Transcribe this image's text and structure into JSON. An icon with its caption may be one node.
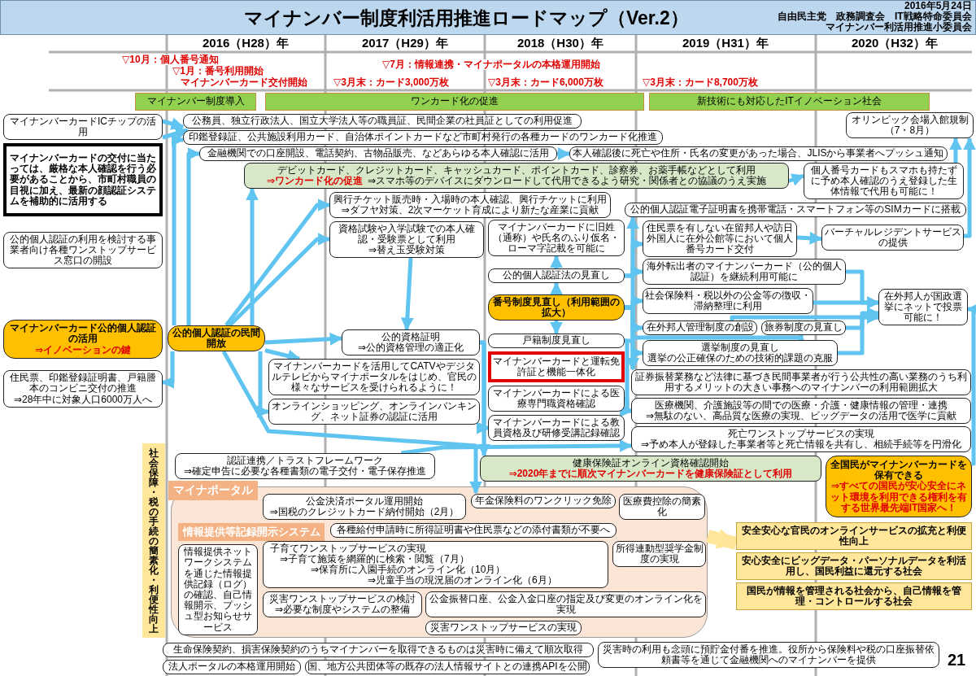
{
  "diagram": {
    "title": "マイナンバー制度利活用推進ロードマップ（Ver.2）",
    "nodes": [
      {
        "text": [
          "マイナンバー制度導入"
        ]
      },
      {
        "text": [
          "ワンカード化の促進"
        ]
      },
      {
        "text": [
          "新技術にも対応したITイノベーション社会"
        ]
      },
      {
        "text": [
          "マイナンバーカードICチップの活用"
        ]
      },
      {
        "text": [
          "マイナンバーカードの交付に当たっては、厳格な本人確認を行う必要があることから、市町村職員の目視に加え、最新の顔認証システムを補助的に活用する"
        ]
      },
      {
        "text": [
          "公務員、独立行政法人、国立大学法人等の職員証、民間企業の社員証としての利用促進"
        ]
      },
      {
        "text": [
          "印鑑登録証、公共施設利用カード、自治体ポイントカードなど市町村発行の各種カードのワンカード化推進"
        ]
      },
      {
        "text": [
          "金融機関での口座開設、電話契約、古物品販売、などあらゆる本人確認に活用"
        ]
      },
      {
        "text": [
          "本人確認後に死亡や住所・氏名の変更があった場合、JLISから事業者へプッシュ通知"
        ]
      },
      {
        "text": [
          "デビットカード、クレジットカード、キャッシュカード、ポイントカード、診察券、お薬手帳などとして利用",
          "⇒ワンカード化の促進",
          "⇒スマホ等のデバイスにダウンロードして代用できるよう研究・関係者との協議のうえ実施"
        ]
      },
      {
        "text": [
          "個人番号カードもスマホも持たずに予め本人確認のうえ登録した生体情報で代用も可能に！"
        ]
      },
      {
        "text": [
          "オリンピック会場入館規制（7・8月）"
        ]
      },
      {
        "text": [
          "興行チケット販売時・入場時の本人確認、興行チケットに利用",
          "⇒ダフヤ対策、2次マーケット育成により新たな産業に貢献"
        ]
      },
      {
        "text": [
          "資格試験や入学試験での本人確認・受験票として利用",
          "⇒替え玉受験対策"
        ]
      },
      {
        "text": [
          "公的個人認証の利用を検討する事業者向け各種ワンストップサービス窓口の開設"
        ]
      },
      {
        "text": [
          "マイナンバーカードに旧姓（通称）や氏名のふり仮名・ローマ字記載を可能に"
        ]
      },
      {
        "text": [
          "公的個人認証法の見直し"
        ]
      },
      {
        "text": [
          "番号制度見直し（利用範囲の拡大）"
        ]
      },
      {
        "text": [
          "公的個人認証電子証明書を携帯電話・スマートフォン等のSIMカードに搭載"
        ]
      },
      {
        "text": [
          "住民票を有しない在留邦人や訪日外国人に在外公館等において個人番号カード交付"
        ]
      },
      {
        "text": [
          "バーチャルレジデントサービスの提供"
        ]
      },
      {
        "text": [
          "海外転出者のマイナンバーカード（公的個人認証）を継続利用可能に"
        ]
      },
      {
        "text": [
          "社会保険料・税以外の公金等の徴収・滞納整理に利用"
        ]
      },
      {
        "text": [
          "在外邦人管理制度の創設"
        ]
      },
      {
        "text": [
          "選挙制度の見直し",
          "選挙の公正確保のための技術的課題の克服"
        ]
      },
      {
        "text": [
          "在外邦人が国政選挙にネットで投票可能に！"
        ]
      },
      {
        "text": [
          "旅券制度の見直し"
        ]
      },
      {
        "text": [
          "証券振替業務など法律に基づき民間事業者が行う公共性の高い業務のうち利用するメリットの大きい事務へのマイナンバーの利用範囲拡大"
        ]
      },
      {
        "text": [
          "医療機関、介護施設等の間での医療・介護・健康情報の管理・連携",
          "⇒無駄のない、高品質な医療の実現、ビッグデータの活用で医学に貢献"
        ]
      },
      {
        "text": [
          "死亡ワンストップサービスの実現",
          "⇒予め本人が登録した事業者等と死亡情報を共有し、相続手続等を円滑化"
        ]
      },
      {
        "text": [
          "マイナンバーカード公的個人認証の活用",
          "⇒イノベーションの鍵"
        ]
      },
      {
        "text": [
          "公的個人認証の民間開放"
        ]
      },
      {
        "text": [
          "公的資格証明",
          "⇒公的資格管理の適正化"
        ]
      },
      {
        "text": [
          "戸籍制度見直し"
        ]
      },
      {
        "text": [
          "マイナンバーカードと運転免許証と機能一体化"
        ]
      },
      {
        "text": [
          "マイナンバーカードによる医療専門職資格確認"
        ]
      },
      {
        "text": [
          "マイナンバーカードによる教員資格及び研修受講記録確認"
        ]
      },
      {
        "text": [
          "マイナンバーカードを活用してCATVやデジタルテレビからマイナポータルをはじめ、官民の様々なサービスを受けられるように！"
        ]
      },
      {
        "text": [
          "オンラインショッピング、オンラインバンキング、ネット証券の認証に活用"
        ]
      },
      {
        "text": [
          "住民票、印鑑登録証明書、戸籍謄本のコンビニ交付の推進",
          "⇒28年中に対象人口6000万人へ"
        ]
      },
      {
        "text": [
          "健康保険証オンライン資格確認開始",
          "⇒2020年までに順次マイナンバーカードを健康保険証として利用"
        ]
      },
      {
        "text": [
          "全国民がマイナンバーカードを保有できる",
          "⇒すべての国民が安心安全にネット環境を利用できる権利を有する世界最先端IT国家へ！"
        ]
      },
      {
        "text": [
          "マイナポータル"
        ]
      },
      {
        "text": [
          "認証連携／トラストフレームワーク",
          "⇒確定申告に必要な各種書類の電子交付・電子保存推進"
        ]
      },
      {
        "text": [
          "公金決済ポータル運用開始",
          "⇒国税のクレジットカード納付開始（2月）"
        ],
        "in": 42
      },
      {
        "text": [
          "年金保険料のワンクリック免除"
        ],
        "in": 42
      },
      {
        "text": [
          "医療費控除の簡素化"
        ],
        "in": 42
      },
      {
        "text": [
          "情報提供等記録開示システム"
        ],
        "in": 42
      },
      {
        "text": [
          "情報提供ネットワークシステムを通じた情報提供記録（ログ）の確認、自己情報開示、プッシュ型お知らせサービス"
        ],
        "in": 42
      },
      {
        "text": [
          "各種給付申請時に所得証明書や住民票などの添付書類が不要へ"
        ],
        "in": 42
      },
      {
        "text": [
          "子育てワンストップサービスの実現",
          "⇒子育て施策を網羅的に検索・閲覧（7月）",
          "⇒保育所に入園手続のオンライン化（10月）",
          "⇒児童手当の現況届のオンライン化（6月）"
        ],
        "in": 42
      },
      {
        "text": [
          "公金振替口座、公金入金口座の指定及び変更のオンライン化を実現"
        ],
        "in": 42
      },
      {
        "text": [
          "所得連動型奨学金制度の実現"
        ],
        "in": 42
      },
      {
        "text": [
          "災害ワンストップサービスの検討",
          "⇒必要な制度やシステムの整備"
        ],
        "in": 42
      },
      {
        "text": [
          "災害ワンストップサービスの実現"
        ],
        "in": 42
      },
      {
        "text": [
          "生命保険契約、損害保険契約のうちマイナンバーを取得できるものは災害時に備えて順次取得"
        ]
      },
      {
        "text": [
          "災害時の利用も念頭に預貯金付番を推進。役所から保険料や税の口座振替依頼書等を通じて金融機関へのマイナンバーを提供"
        ]
      },
      {
        "text": [
          "法人ポータルの本格運用開始"
        ]
      },
      {
        "text": [
          "国、地方公共団体等の既存の法人情報サイトとの連携APIを公開"
        ]
      },
      {
        "text": [
          "社会保障・税の手続の簡素化・利便性向上"
        ]
      },
      {
        "text": [
          "安全安心な官民のオンラインサービスの拡充と利便性向上"
        ]
      },
      {
        "text": [
          "安心安全にビッグデータ・パーソナルデータを利活用し、国民利益に還元する社会"
        ]
      },
      {
        "text": [
          "国民が情報を管理される社会から、自己情報を管理・コントロールする社会"
        ]
      }
    ],
    "edges": [
      {
        "from": 3,
        "to": 5,
        "arrow": "to"
      },
      {
        "from": 3,
        "to": 6,
        "arrow": "to"
      },
      {
        "from": 31,
        "to": 6,
        "arrow": "to"
      },
      {
        "from": 31,
        "to": 7,
        "arrow": "to"
      },
      {
        "from": 31,
        "to": 9,
        "arrow": "to"
      },
      {
        "from": 31,
        "to": 12,
        "arrow": "to"
      },
      {
        "from": 31,
        "to": 13,
        "arrow": "to"
      },
      {
        "from": 31,
        "to": 32,
        "arrow": "to"
      },
      {
        "from": 31,
        "to": 37,
        "arrow": "to"
      },
      {
        "from": 31,
        "to": 38,
        "arrow": "to"
      },
      {
        "from": 31,
        "to": 39,
        "arrow": "to"
      },
      {
        "from": 31,
        "to": 45,
        "arrow": "to"
      },
      {
        "from": 7,
        "to": 8,
        "arrow": "to"
      },
      {
        "from": 9,
        "to": 10,
        "arrow": "to"
      },
      {
        "from": 10,
        "to": 11,
        "arrow": "to"
      },
      {
        "from": 20,
        "to": 11,
        "arrow": "to"
      },
      {
        "from": 19,
        "to": 20,
        "arrow": "to"
      },
      {
        "from": 13,
        "to": 32,
        "arrow": "to"
      },
      {
        "from": 17,
        "to": 16,
        "arrow": "to"
      },
      {
        "from": 17,
        "to": 33,
        "arrow": "to"
      },
      {
        "from": 16,
        "to": 15,
        "arrow": "to"
      },
      {
        "from": 16,
        "to": 18,
        "arrow": "to"
      },
      {
        "from": 16,
        "to": 19,
        "arrow": "to"
      },
      {
        "from": 17,
        "to": 21,
        "arrow": "to"
      },
      {
        "from": 17,
        "to": 22,
        "arrow": "to"
      },
      {
        "from": 17,
        "to": 23,
        "arrow": "to"
      },
      {
        "from": 17,
        "to": 24,
        "arrow": "to"
      },
      {
        "from": 17,
        "to": 26,
        "arrow": "to"
      },
      {
        "from": 17,
        "to": 27,
        "arrow": "to"
      },
      {
        "from": 33,
        "to": 27,
        "arrow": "to"
      },
      {
        "from": 33,
        "to": 28,
        "arrow": "to"
      },
      {
        "from": 35,
        "to": 28,
        "arrow": "to"
      },
      {
        "from": 32,
        "to": 36,
        "arrow": "to"
      },
      {
        "from": 32,
        "to": 40,
        "arrow": "to"
      },
      {
        "from": 21,
        "to": 25,
        "arrow": "to"
      },
      {
        "from": 22,
        "to": 25,
        "arrow": "to"
      },
      {
        "from": 23,
        "to": 25,
        "arrow": "to"
      },
      {
        "from": 24,
        "to": 25,
        "arrow": "to"
      },
      {
        "from": 26,
        "to": 25,
        "arrow": "to"
      },
      {
        "from": 41,
        "to": 25,
        "arrow": "to"
      },
      {
        "from": 43,
        "to": 29,
        "arrow": "to"
      },
      {
        "from": 42,
        "to": 60,
        "arrow": "to",
        "style": "thick",
        "color": "#ffe699"
      }
    ],
    "labels": [
      "2016年5月24日",
      "自由民主党　政務調査会　IT戦略特命委員会",
      "マイナンバー利活用推進小委員会",
      "2016（H28）年",
      "2017（H29）年",
      "2018（H30）年",
      "2019（H31）年",
      "2020（H32）年",
      "▽10月：個人番号通知",
      "▽1月：番号利用開始",
      "マイナンバーカード交付開始",
      "▽7月：情報連携・マイナポータルの本格運用開始",
      "▽3月末：カード3,000万枚",
      "▽3月末：カード6,000万枚",
      "▽3月末：カード8,700万枚",
      "21"
    ]
  }
}
